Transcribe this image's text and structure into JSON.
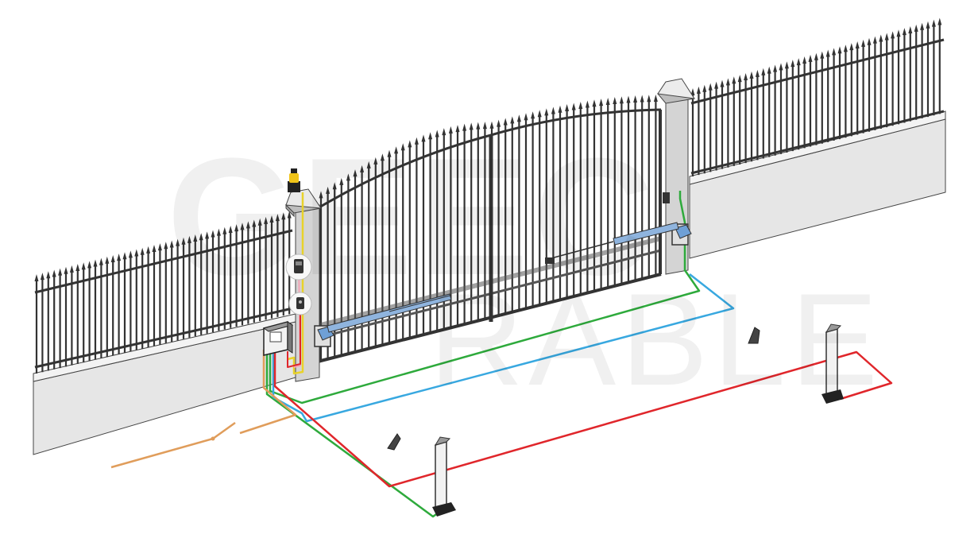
{
  "watermark": {
    "line1": "GEEC",
    "line2": "RABLE"
  },
  "components": [
    "left-fence",
    "right-fence",
    "left-pillar",
    "right-pillar",
    "left-gate-leaf",
    "right-gate-leaf",
    "warning-lamp",
    "control-box",
    "keypad",
    "key-selector",
    "left-gate-motor",
    "right-gate-motor",
    "electric-lock",
    "near-photocell-post",
    "far-photocell-post",
    "gate-stopper-near",
    "gate-stopper-far"
  ],
  "wire_colors": {
    "green": "#2eaa3c",
    "blue": "#38a8e0",
    "red": "#e0262b",
    "orange": "#e09d5b",
    "yellow": "#e8d22a",
    "pink": "#f4a6b8"
  },
  "structure_colors": {
    "wall": "#e6e6e6",
    "pillar": "#d4d4d4",
    "iron": "#333333",
    "motor_arm": "#8fb4de"
  }
}
